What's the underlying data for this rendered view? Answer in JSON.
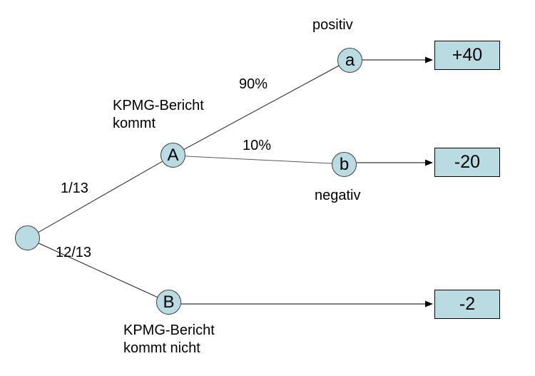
{
  "diagram_type": "decision-tree",
  "colors": {
    "node_fill": "#b8dce2",
    "node_stroke": "#3f3f3f",
    "box_fill": "#b8dce2",
    "box_stroke": "#000000",
    "edge_stroke": "#000000"
  },
  "nodes": {
    "root": {
      "label": ""
    },
    "A": {
      "label": "A",
      "caption_line1": "KPMG-Bericht",
      "caption_line2": "kommt"
    },
    "B": {
      "label": "B",
      "caption_line1": "KPMG-Bericht",
      "caption_line2": "kommt nicht"
    },
    "a": {
      "label": "a",
      "caption": "positiv"
    },
    "b": {
      "label": "b",
      "caption": "negativ"
    }
  },
  "edges": {
    "root_to_A": {
      "label": "1/13"
    },
    "root_to_B": {
      "label": "12/13"
    },
    "A_to_a": {
      "label": "90%"
    },
    "A_to_b": {
      "label": "10%"
    }
  },
  "outcomes": {
    "a": {
      "value": "+40"
    },
    "b": {
      "value": "-20"
    },
    "B": {
      "value": "-2"
    }
  }
}
